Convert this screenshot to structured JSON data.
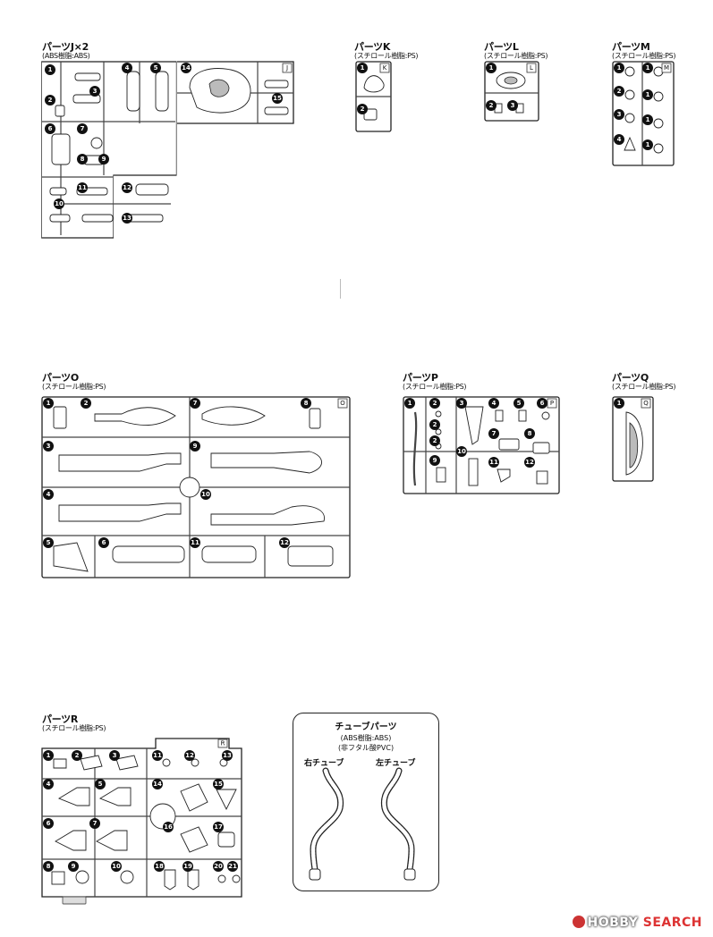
{
  "parts": {
    "J": {
      "title": "パーツJ×2",
      "material": "(ABS樹脂:ABS)",
      "tag": "J",
      "numbers": [
        "1",
        "2",
        "3",
        "4",
        "5",
        "14",
        "15",
        "6",
        "7",
        "8",
        "9",
        "11",
        "12",
        "10",
        "13"
      ]
    },
    "K": {
      "title": "パーツK",
      "material": "(スチロール樹脂:PS)",
      "tag": "K",
      "numbers": [
        "1",
        "2"
      ]
    },
    "L": {
      "title": "パーツL",
      "material": "(スチロール樹脂:PS)",
      "tag": "L",
      "numbers": [
        "1",
        "2",
        "3"
      ]
    },
    "M": {
      "title": "パーツM",
      "material": "(スチロール樹脂:PS)",
      "tag": "M",
      "numbers": [
        "1",
        "2",
        "3",
        "4",
        "1",
        "1",
        "1",
        "1"
      ]
    },
    "O": {
      "title": "パーツO",
      "material": "(スチロール樹脂:PS)",
      "tag": "O",
      "numbers": [
        "1",
        "2",
        "7",
        "8",
        "3",
        "9",
        "4",
        "10",
        "5",
        "6",
        "11",
        "12"
      ]
    },
    "P": {
      "title": "パーツP",
      "material": "(スチロール樹脂:PS)",
      "tag": "P",
      "numbers": [
        "1",
        "2",
        "3",
        "4",
        "5",
        "6",
        "2",
        "2",
        "7",
        "8",
        "9",
        "10",
        "11",
        "12"
      ]
    },
    "Q": {
      "title": "パーツQ",
      "material": "(スチロール樹脂:PS)",
      "tag": "Q",
      "numbers": [
        "1"
      ]
    },
    "R": {
      "title": "パーツR",
      "material": "(スチロール樹脂:PS)",
      "tag": "R",
      "numbers": [
        "1",
        "2",
        "3",
        "11",
        "12",
        "13",
        "4",
        "5",
        "14",
        "15",
        "6",
        "7",
        "16",
        "17",
        "8",
        "9",
        "10",
        "18",
        "19",
        "20",
        "21"
      ]
    }
  },
  "tube": {
    "title": "チューブパーツ",
    "material1": "(ABS樹脂:ABS)",
    "material2": "(非フタル酸PVC)",
    "right_label": "右チューブ",
    "left_label": "左チューブ"
  },
  "watermark": {
    "brand": "HOBBY",
    "search": "SEARCH"
  }
}
